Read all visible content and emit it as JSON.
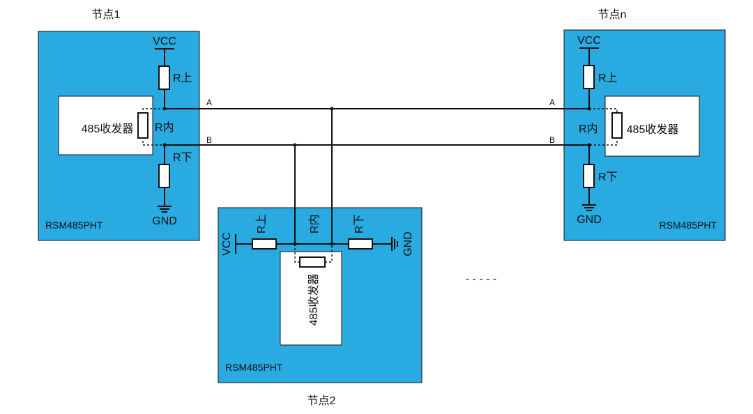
{
  "colors": {
    "panel": "#29aae1",
    "wire": "#111111",
    "box": "#ffffff"
  },
  "nodes": [
    {
      "title": "节点1",
      "model": "RSM485PHT",
      "transceiver": "485收发器",
      "vcc": "VCC",
      "gnd": "GND",
      "r_up": "R上",
      "r_in": "R内",
      "r_down": "R下",
      "line_a": "A",
      "line_b": "B"
    },
    {
      "title": "节点2",
      "model": "RSM485PHT",
      "transceiver": "485收发器",
      "vcc": "VCC",
      "gnd": "GND",
      "r_up": "R上",
      "r_in": "R内",
      "r_down": "R下"
    },
    {
      "title": "节点n",
      "model": "RSM485PHT",
      "transceiver": "485收发器",
      "vcc": "VCC",
      "gnd": "GND",
      "r_up": "R上",
      "r_in": "R内",
      "r_down": "R下",
      "line_a": "A",
      "line_b": "B"
    }
  ],
  "ellipsis": "- - - - -"
}
